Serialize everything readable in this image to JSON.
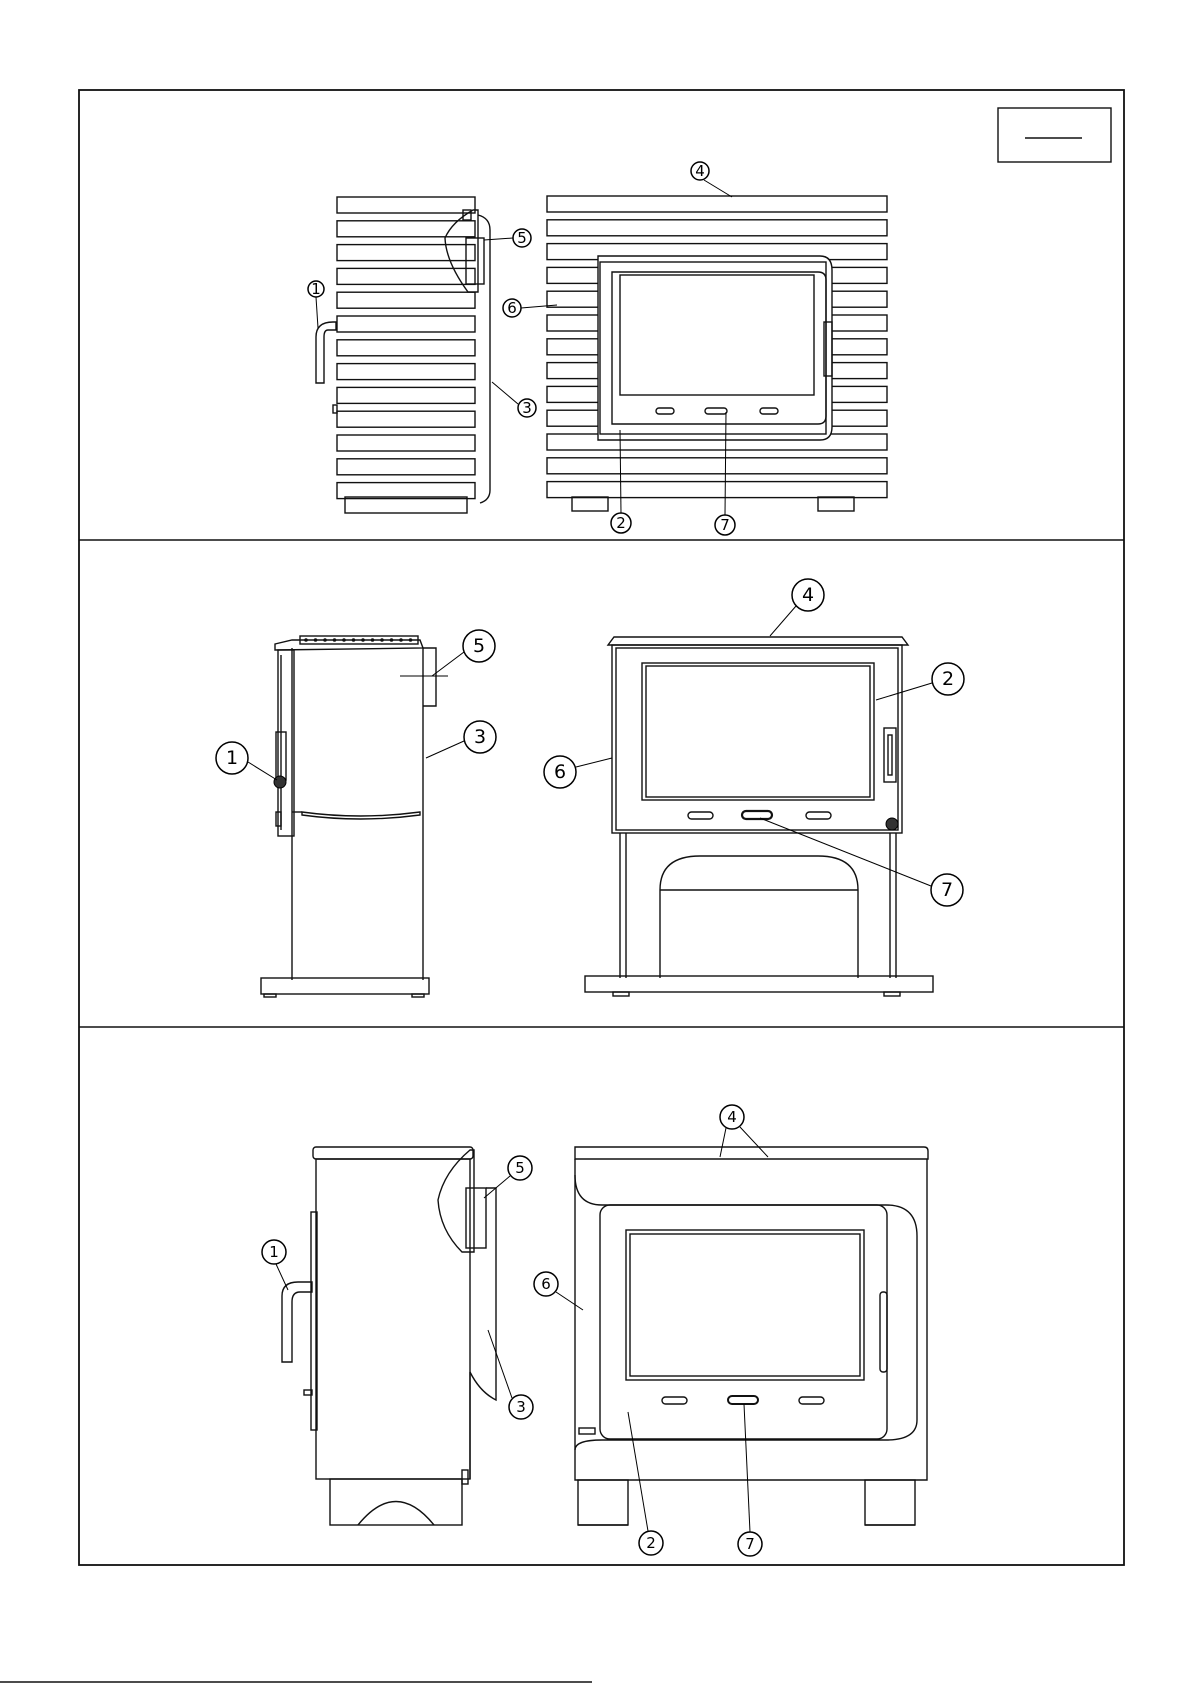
{
  "callouts": {
    "one": "1",
    "two": "2",
    "three": "3",
    "four": "4",
    "five": "5",
    "six": "6",
    "seven": "7"
  },
  "colors": {
    "line": "#111111",
    "background": "#ffffff"
  }
}
